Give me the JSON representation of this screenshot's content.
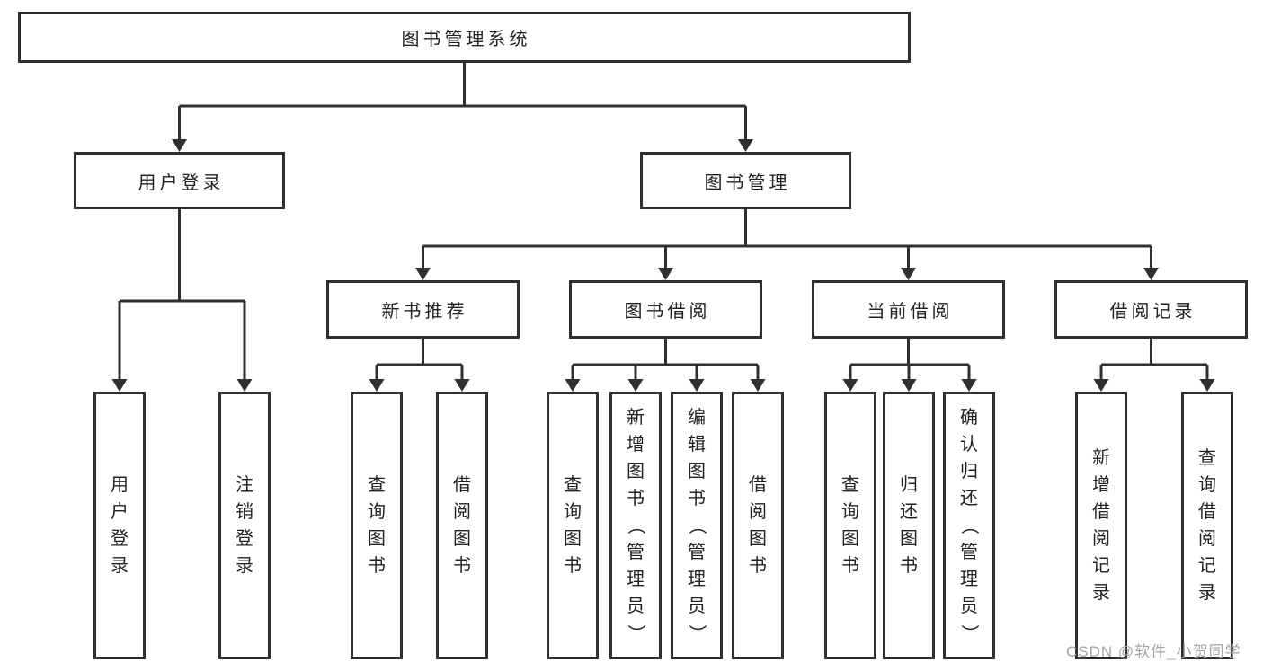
{
  "nodes": {
    "root": "图书管理系统",
    "user_login": "用户登录",
    "book_mgmt": "图书管理",
    "new_book_rec": "新书推荐",
    "book_borrow": "图书借阅",
    "current_borrow": "当前借阅",
    "borrow_record": "借阅记录",
    "leaf_user_login": "用户登录",
    "leaf_logout_login": "注销登录",
    "leaf_query_book_rec": "查询图书",
    "leaf_borrow_book_rec": "借阅图书",
    "leaf_query_book_borrow": "查询图书",
    "leaf_add_book": "新增图书（管理员）",
    "leaf_edit_book": "编辑图书（管理员）",
    "leaf_borrow_book_borrow": "借阅图书",
    "leaf_query_book_current": "查询图书",
    "leaf_return_book": "归还图书",
    "leaf_confirm_return": "确认归还（管理员）",
    "leaf_add_borrow_record": "新增借阅记录",
    "leaf_query_borrow_record": "查询借阅记录"
  },
  "watermark": "CSDN @软件_小贺同学",
  "colors": {
    "line": "#2f2f2f",
    "text": "#222222",
    "background": "#ffffff",
    "watermark": "#a3a3a3"
  }
}
